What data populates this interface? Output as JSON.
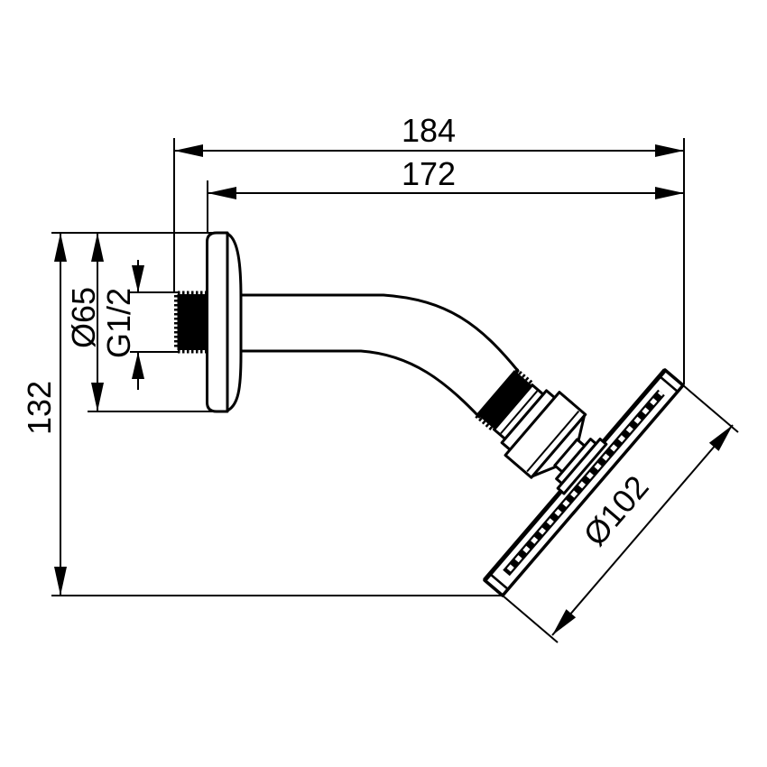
{
  "drawing": {
    "type": "technical-dimension-drawing",
    "subject": "wall-mounted shower head with arm, side view",
    "colors": {
      "ink": "#000000",
      "paper": "#ffffff"
    },
    "dimensions": {
      "overall_projection": "184",
      "arm_projection": "172",
      "height_drop": "132",
      "flange_diameter": "Ø65",
      "connection_thread": "G1/2",
      "head_diameter": "Ø102"
    }
  }
}
